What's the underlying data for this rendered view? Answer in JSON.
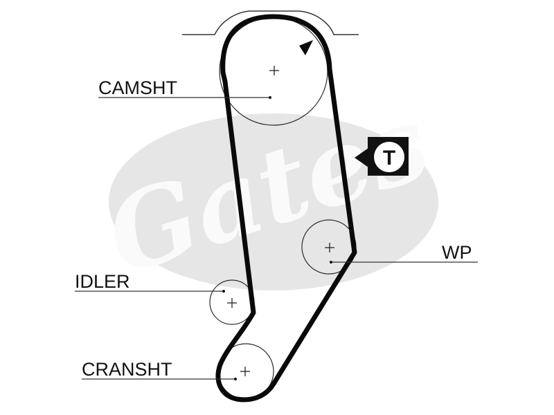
{
  "diagram": {
    "labels": {
      "camshaft": "CAMSHT",
      "water_pump": "WP",
      "idler": "IDLER",
      "crankshaft": "CRANSHT"
    },
    "tensioner_badge": "T",
    "watermark": "Gates",
    "colors": {
      "belt": "#0a0a0a",
      "pulley_outline": "#2a2a2a",
      "watermark_fill": "#e6e6e6",
      "watermark_text": "#fafafa",
      "badge_bg": "#111111",
      "badge_fg": "#ffffff"
    },
    "icons": {
      "rotation_arrow": "direction-arrow-icon",
      "tensioner": "tensioner-t-icon"
    }
  }
}
